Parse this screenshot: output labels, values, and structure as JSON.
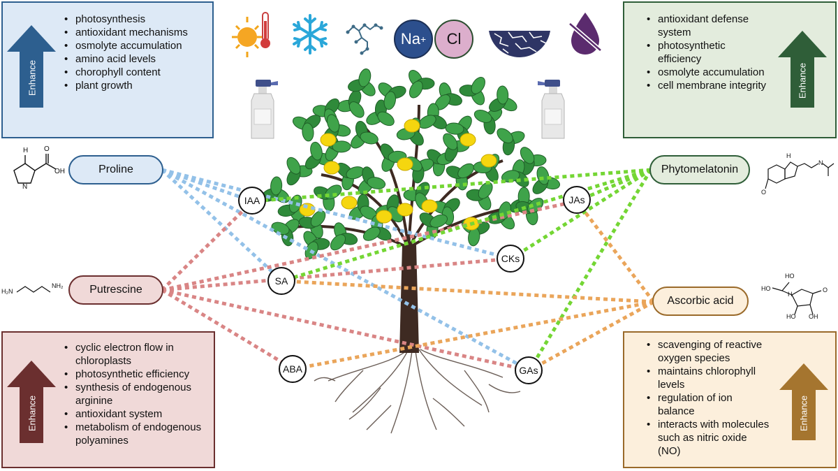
{
  "boxes": {
    "top_left": {
      "arrow_label": "Enhance",
      "items": [
        "photosynthesis",
        "antioxidant mechanisms",
        "osmolyte accumulation",
        "amino acid levels",
        "chorophyll content",
        "plant growth"
      ],
      "border_color": "#2d5f8f",
      "fill_color": "#dde9f6",
      "arrow_color": "#2d5f8f"
    },
    "top_right": {
      "arrow_label": "Enhance",
      "items": [
        "antioxidant defense system",
        "photosynthetic efficiency",
        "osmolyte accumulation",
        "cell membrane integrity"
      ],
      "border_color": "#2f5e38",
      "fill_color": "#e3ecdd",
      "arrow_color": "#2f5e38"
    },
    "bottom_left": {
      "arrow_label": "Enhance",
      "items": [
        "cyclic electron flow in chloroplasts",
        "photosynthetic efficiency",
        "synthesis of endogenous arginine",
        "antioxidant system",
        "metabolism of endogenous polyamines"
      ],
      "border_color": "#6b2f2f",
      "fill_color": "#f0d9d8",
      "arrow_color": "#6b2f2f"
    },
    "bottom_right": {
      "arrow_label": "Enhance",
      "items": [
        "scavenging of reactive oxygen species",
        "maintains chlorophyll levels",
        "regulation of ion balance",
        "interacts with molecules such as nitric oxide (NO)"
      ],
      "border_color": "#9a6a2a",
      "fill_color": "#fcefdc",
      "arrow_color": "#a5752f"
    }
  },
  "compounds": {
    "proline": "Proline",
    "putrescine": "Putrescine",
    "phytomelatonin": "Phytomelatonin",
    "ascorbic_acid": "Ascorbic acid"
  },
  "hormones": {
    "iaa": "IAA",
    "sa": "SA",
    "aba": "ABA",
    "jas": "JAs",
    "cks": "CKs",
    "gas": "GAs"
  },
  "stress_icons": {
    "sodium": "Na",
    "sodium_charge": "+",
    "chloride": "Cl",
    "icons": [
      "sun-thermometer-icon",
      "snowflake-icon",
      "chemical-pollutant-icon",
      "salt-ions-icon",
      "cracked-soil-icon",
      "no-water-drop-icon"
    ]
  },
  "molecule_labels": {
    "proline_oh": "OH",
    "proline_o": "O",
    "proline_nh": "N",
    "proline_h": "H",
    "putrescine_left": "H₂N",
    "putrescine_right": "NH₂",
    "melatonin_nh": "H",
    "melatonin_n": "N",
    "melatonin_o": "O",
    "ascorbic_ho1": "HO",
    "ascorbic_ho2": "HO",
    "ascorbic_h": "H",
    "ascorbic_o": "O",
    "ascorbic_ho3": "HO",
    "ascorbic_oh": "OH"
  },
  "colors": {
    "proline_line": "#93c1e8",
    "putrescine_line": "#d98585",
    "phytomelatonin_line": "#74d634",
    "ascorbic_line": "#eaa55a",
    "pill_proline_fill": "#dde9f6",
    "pill_putrescine_fill": "#f0d9d8",
    "pill_phytomelatonin_fill": "#e3ecdd",
    "pill_ascorbic_fill": "#fcefdc"
  }
}
